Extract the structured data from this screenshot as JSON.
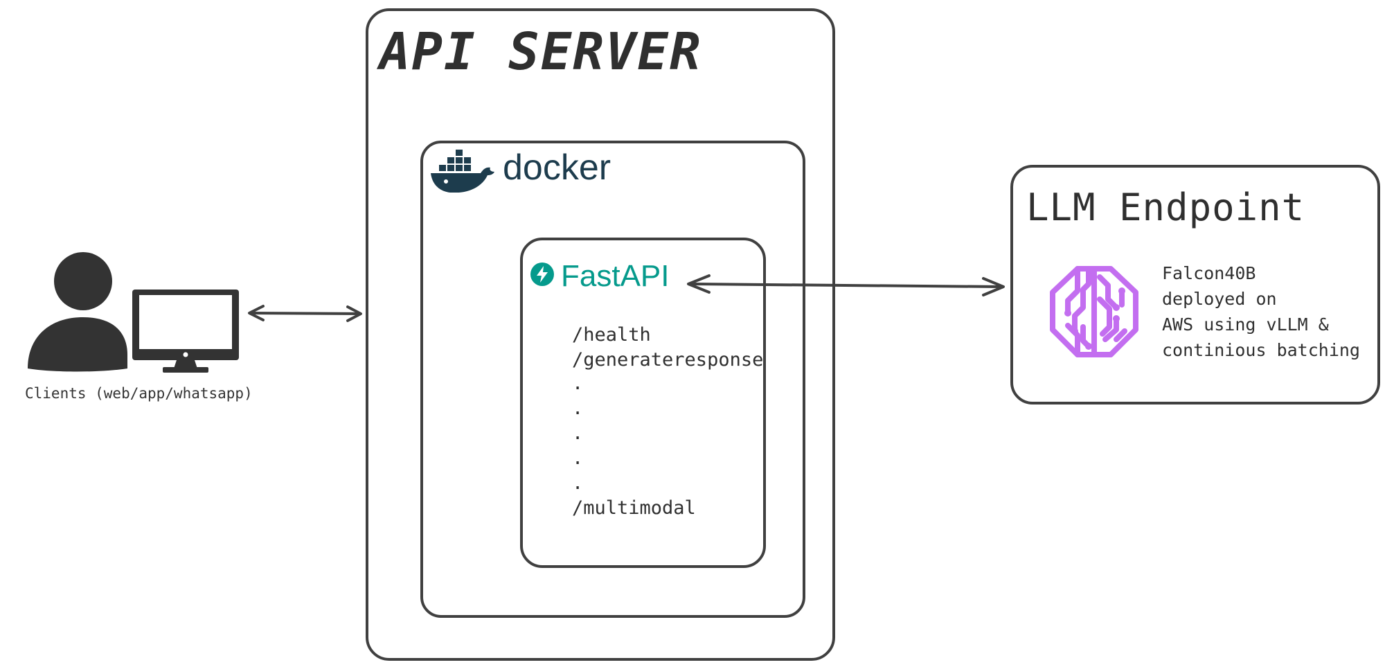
{
  "api_server": {
    "title": "API SERVER"
  },
  "docker": {
    "label": "docker",
    "logo_color": "#1d3c4d"
  },
  "fastapi": {
    "label": "FastAPI",
    "color": "#059a8c",
    "endpoints": [
      "/health",
      "/generateresponse",
      ".",
      ".",
      ".",
      ".",
      ".",
      "/multimodal"
    ]
  },
  "llm_endpoint": {
    "title": "LLM Endpoint",
    "description_lines": [
      "Falcon40B",
      "deployed on",
      "AWS using vLLM &",
      "continious batching"
    ],
    "icon": "brain-circuit-icon",
    "icon_color": "#c36ef0"
  },
  "clients": {
    "label": "Clients (web/app/whatsapp)",
    "icons": [
      "user-icon",
      "monitor-icon"
    ]
  },
  "line_color": "#404040"
}
